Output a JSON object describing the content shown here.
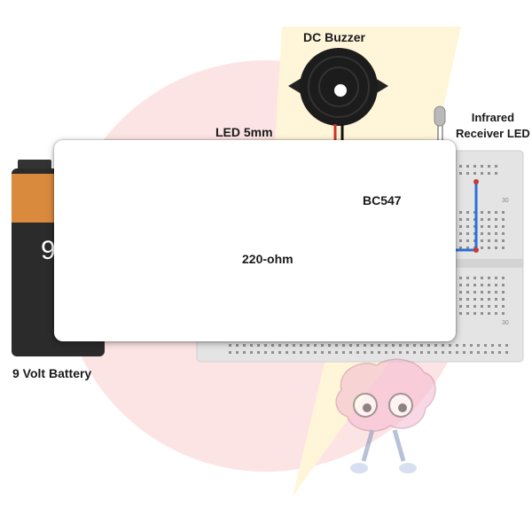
{
  "labels": {
    "dc_buzzer": "DC Buzzer",
    "led": "LED 5mm",
    "ir_line1": "Infrared",
    "ir_line2": "Receiver LED",
    "transistor": "BC547",
    "resistor": "220-ohm",
    "battery": "9 Volt Battery"
  },
  "battery_digit": "9",
  "breadboard_numbers": {
    "a": "30",
    "b": "30"
  },
  "colors": {
    "accent_red_circle": "#fde3e3",
    "accent_yellow_bolt": "#fff7d6",
    "battery_copper": "#d98a3d",
    "battery_black": "#2b2b2b",
    "wire_blue": "#2f6fd6",
    "wire_red": "#d0312d"
  }
}
